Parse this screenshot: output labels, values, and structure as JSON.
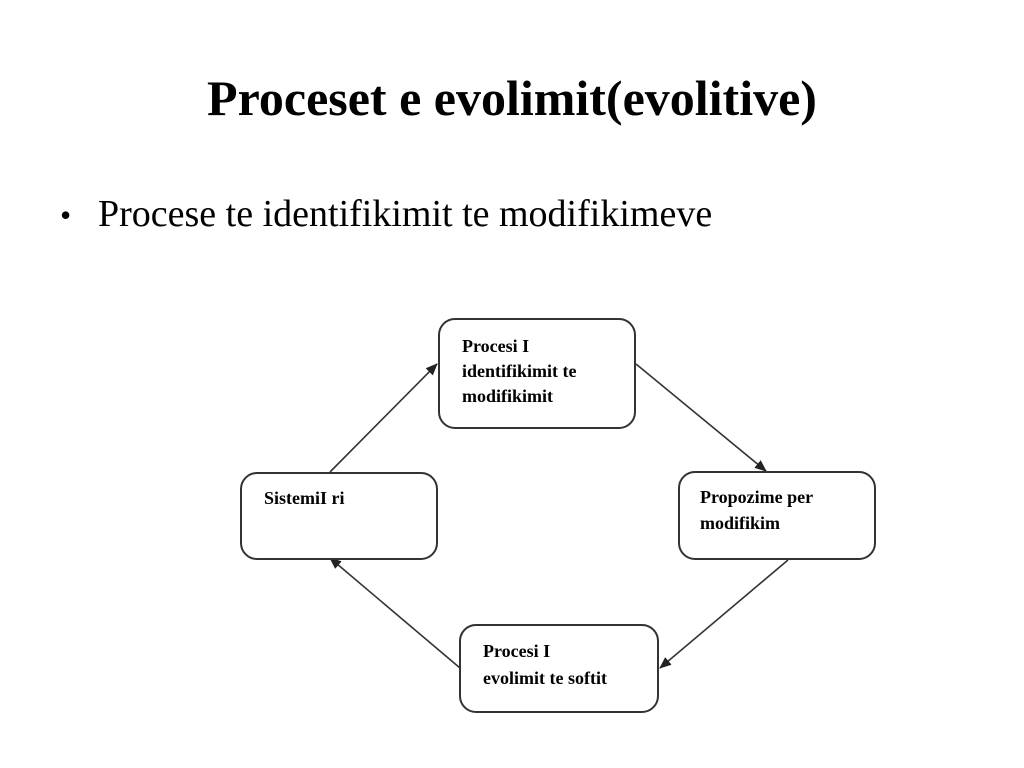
{
  "slide": {
    "title": "Proceset e evolimit(evolitive)",
    "bullets": [
      {
        "text": "Procese te identifikimit te modifikimeve"
      }
    ]
  },
  "diagram": {
    "nodes": [
      {
        "id": "identification",
        "lines": [
          "Procesi I",
          "identifikimit te",
          "modifikimit"
        ]
      },
      {
        "id": "proposals",
        "lines": [
          "Propozime per",
          "modifikim"
        ]
      },
      {
        "id": "evolution",
        "lines": [
          "Procesi I",
          "evolimit te softit"
        ]
      },
      {
        "id": "new-system",
        "lines": [
          "SistemiI ri"
        ]
      }
    ],
    "edges": [
      {
        "from": "identification",
        "to": "proposals"
      },
      {
        "from": "proposals",
        "to": "evolution"
      },
      {
        "from": "evolution",
        "to": "new-system"
      },
      {
        "from": "new-system",
        "to": "identification"
      }
    ],
    "colors": {
      "stroke": "#333333",
      "fill": "#ffffff",
      "text": "#000000"
    }
  }
}
